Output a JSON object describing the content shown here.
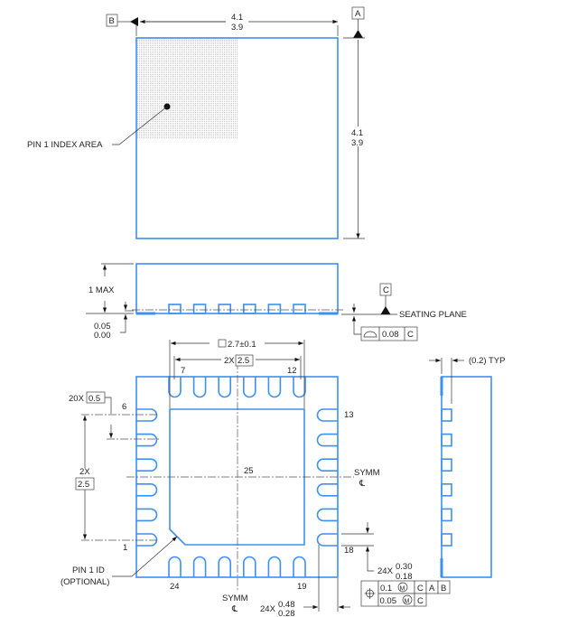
{
  "top_view": {
    "datum_b": "B",
    "datum_a": "A",
    "width_max": "4.1",
    "width_min": "3.9",
    "height_max": "4.1",
    "height_min": "3.9",
    "pin1_index_label": "PIN 1 INDEX AREA"
  },
  "side_view": {
    "max_height_label": "1 MAX",
    "standoff_max": "0.05",
    "standoff_min": "0.00",
    "datum_c": "C",
    "seating_plane_label": "SEATING PLANE",
    "flatness_value": "0.08",
    "flatness_datum": "C"
  },
  "bottom_view": {
    "pad_size": "2.7±0.1",
    "pad_square_symbol": "□",
    "span_count_top": "2X",
    "span_value_top": "2.5",
    "pin_7": "7",
    "pin_12": "12",
    "pin_6": "6",
    "pin_1": "1",
    "pin_13": "13",
    "pin_18": "18",
    "pin_24": "24",
    "pin_19": "19",
    "thermal_pad": "25",
    "pitch_count": "20X",
    "pitch_value": "0.5",
    "span_count_left": "2X",
    "span_value_left": "2.5",
    "symm_label_right": "SYMM",
    "symm_label_bottom": "SYMM",
    "centerline_symbol": "℄",
    "pin1_id_line1": "PIN 1 ID",
    "pin1_id_line2": "(OPTIONAL)",
    "lead_width_count": "24X",
    "lead_width_max": "0.30",
    "lead_width_min": "0.18",
    "lead_length_count": "24X",
    "lead_length_max": "0.48",
    "lead_length_min": "0.28",
    "fcf": {
      "row1_tol": "0.1",
      "row1_mod": "M",
      "row1_datums": [
        "C",
        "A",
        "B"
      ],
      "row2_tol": "0.05",
      "row2_mod": "M",
      "row2_datums": [
        "C"
      ]
    }
  },
  "end_view": {
    "lead_label": "(0.2) TYP"
  }
}
